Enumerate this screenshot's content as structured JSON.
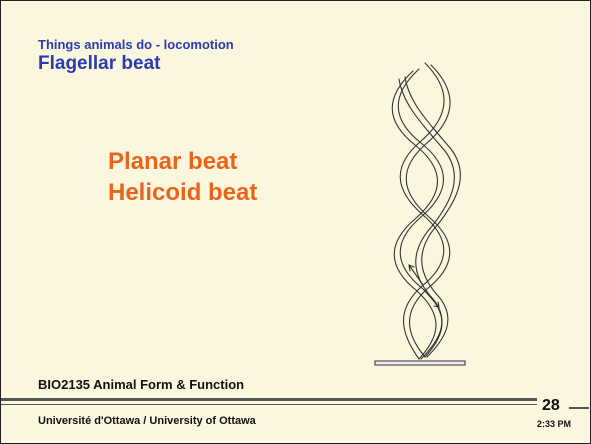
{
  "slide": {
    "subtitle": "Things animals do - locomotion",
    "title": "Flagellar beat",
    "beats": [
      "Planar beat",
      "Helicoid beat"
    ],
    "figure_icon": "helical-flagellum-illustration"
  },
  "footer": {
    "course": "BIO2135 Animal Form & Function",
    "university": "Université d'Ottawa / University of Ottawa",
    "slide_number": "28",
    "time": "2:33 PM"
  },
  "colors": {
    "background": "#fbf7df",
    "title": "#2a3bb0",
    "accent": "#e8661c",
    "text": "#111111",
    "rule": "#555555"
  }
}
